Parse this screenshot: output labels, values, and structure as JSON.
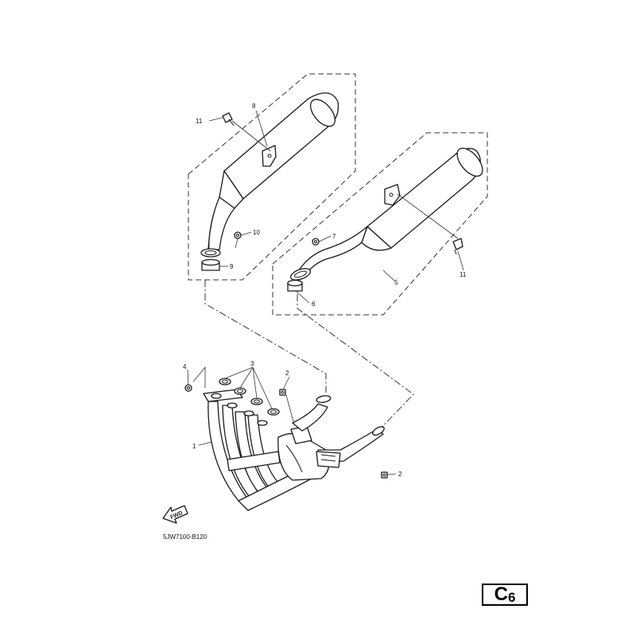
{
  "diagram": {
    "drawing_code": "5JW7100-B120",
    "page_tag": {
      "letter": "C",
      "number": "6"
    },
    "fwd_label": "FWD",
    "callouts": {
      "c1": "1",
      "c2a": "2",
      "c2b": "2",
      "c3": "3",
      "c4": "4",
      "c5": "5",
      "c6": "6",
      "c7": "7",
      "c8": "8",
      "c9": "9",
      "c10": "10",
      "c11a": "11",
      "c11b": "11"
    }
  }
}
